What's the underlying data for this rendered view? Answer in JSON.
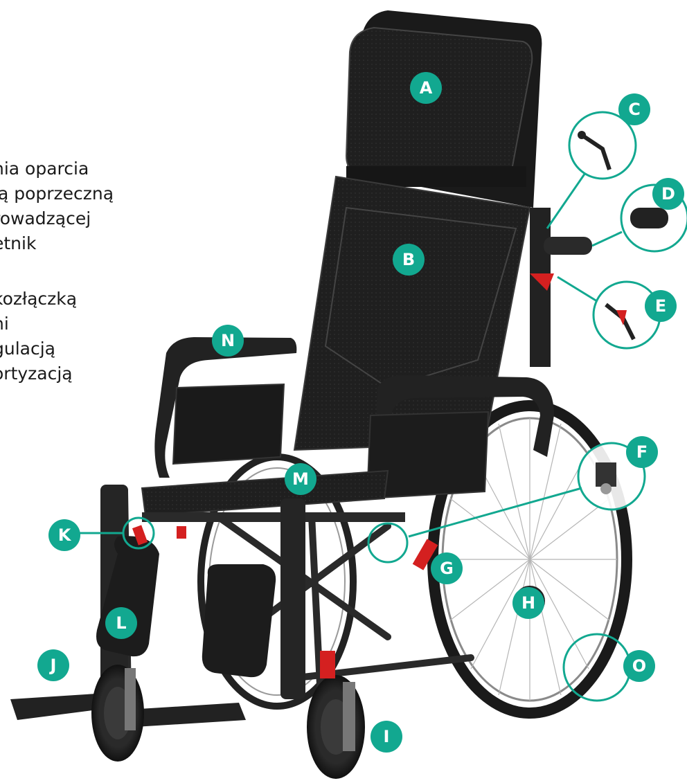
{
  "text_lines": [
    "nia oparcia",
    "ją poprzeczną",
    "rowadzącej",
    "etnik",
    "kozłączką",
    "ni",
    "gulacją",
    "ortyzacją"
  ],
  "markers": {
    "A": "A",
    "B": "B",
    "C": "C",
    "D": "D",
    "E": "E",
    "F": "F",
    "G": "G",
    "H": "H",
    "I": "I",
    "J": "J",
    "K": "K",
    "L": "L",
    "M": "M",
    "N": "N",
    "O": "O"
  },
  "colors": {
    "marker": "#12a890",
    "callout_line": "#12a890",
    "frame": "#2b2b2b",
    "upholstery": "#1e1e1e",
    "accent_red": "#d42020"
  }
}
